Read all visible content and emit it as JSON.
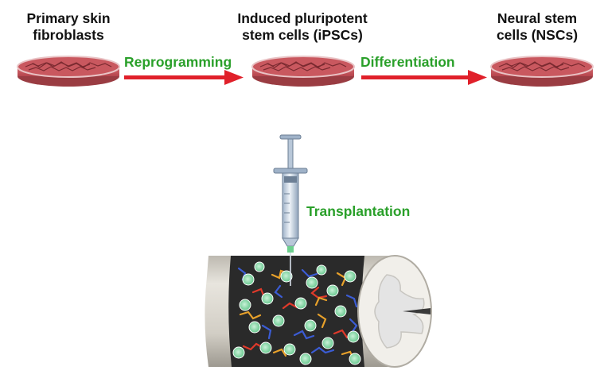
{
  "stages": [
    {
      "line1": "Primary skin",
      "line2": "fibroblasts"
    },
    {
      "line1": "Induced pluripotent",
      "line2": "stem cells (iPSCs)"
    },
    {
      "line1": "Neural stem",
      "line2": "cells (NSCs)"
    }
  ],
  "steps": {
    "reprogramming": "Reprogramming",
    "differentiation": "Differentiation",
    "transplantation": "Transplantation"
  },
  "colors": {
    "step_text": "#2aa02a",
    "arrow": "#e0202a",
    "dish_fill": "#c9585f",
    "dish_rim": "#e9c3c5",
    "cord_body": "#d8d4cc",
    "lesion": "#2a2a2a",
    "cell": "#7fd6a4",
    "grey_matter": "#e4e4e4"
  }
}
